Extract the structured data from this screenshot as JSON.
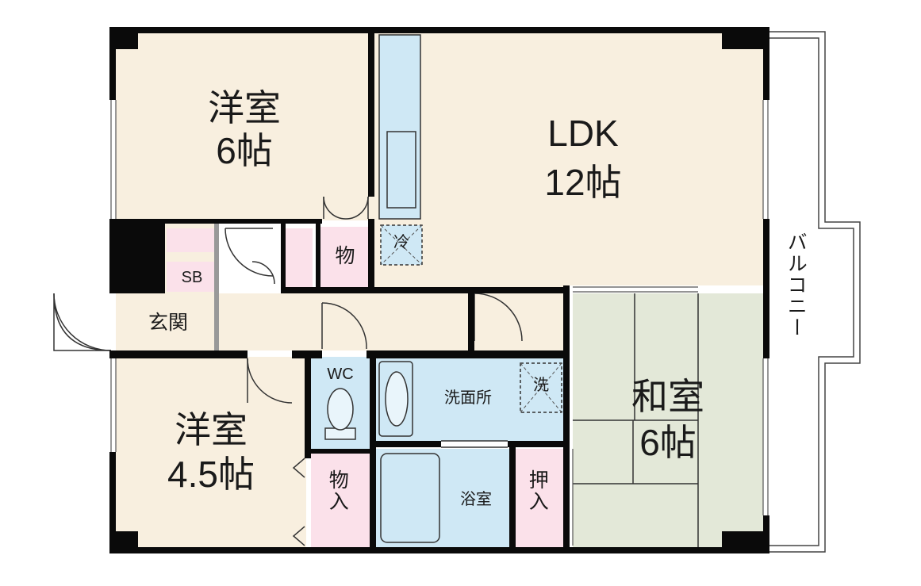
{
  "colors": {
    "western_floor": "#f8efdf",
    "tatami": "#e3e8d8",
    "water": "#cfe8f5",
    "storage": "#fbe1ea",
    "wall": "#0a0a0a"
  },
  "rooms": {
    "western_north": {
      "name": "洋室",
      "size": "6帖"
    },
    "ldk": {
      "name": "LDK",
      "size": "12帖"
    },
    "western_south": {
      "name": "洋室",
      "size": "4.5帖"
    },
    "japanese": {
      "name": "和室",
      "size": "6帖"
    }
  },
  "labels": {
    "genkan": "玄関",
    "sb": "SB",
    "storage": "物",
    "fridge": "冷",
    "wc": "WC",
    "washroom": "洗面所",
    "washer": "洗",
    "bath": "浴室",
    "closet_storage": "物入",
    "closet_oshiire": "押入",
    "balcony": "バルコニー"
  }
}
